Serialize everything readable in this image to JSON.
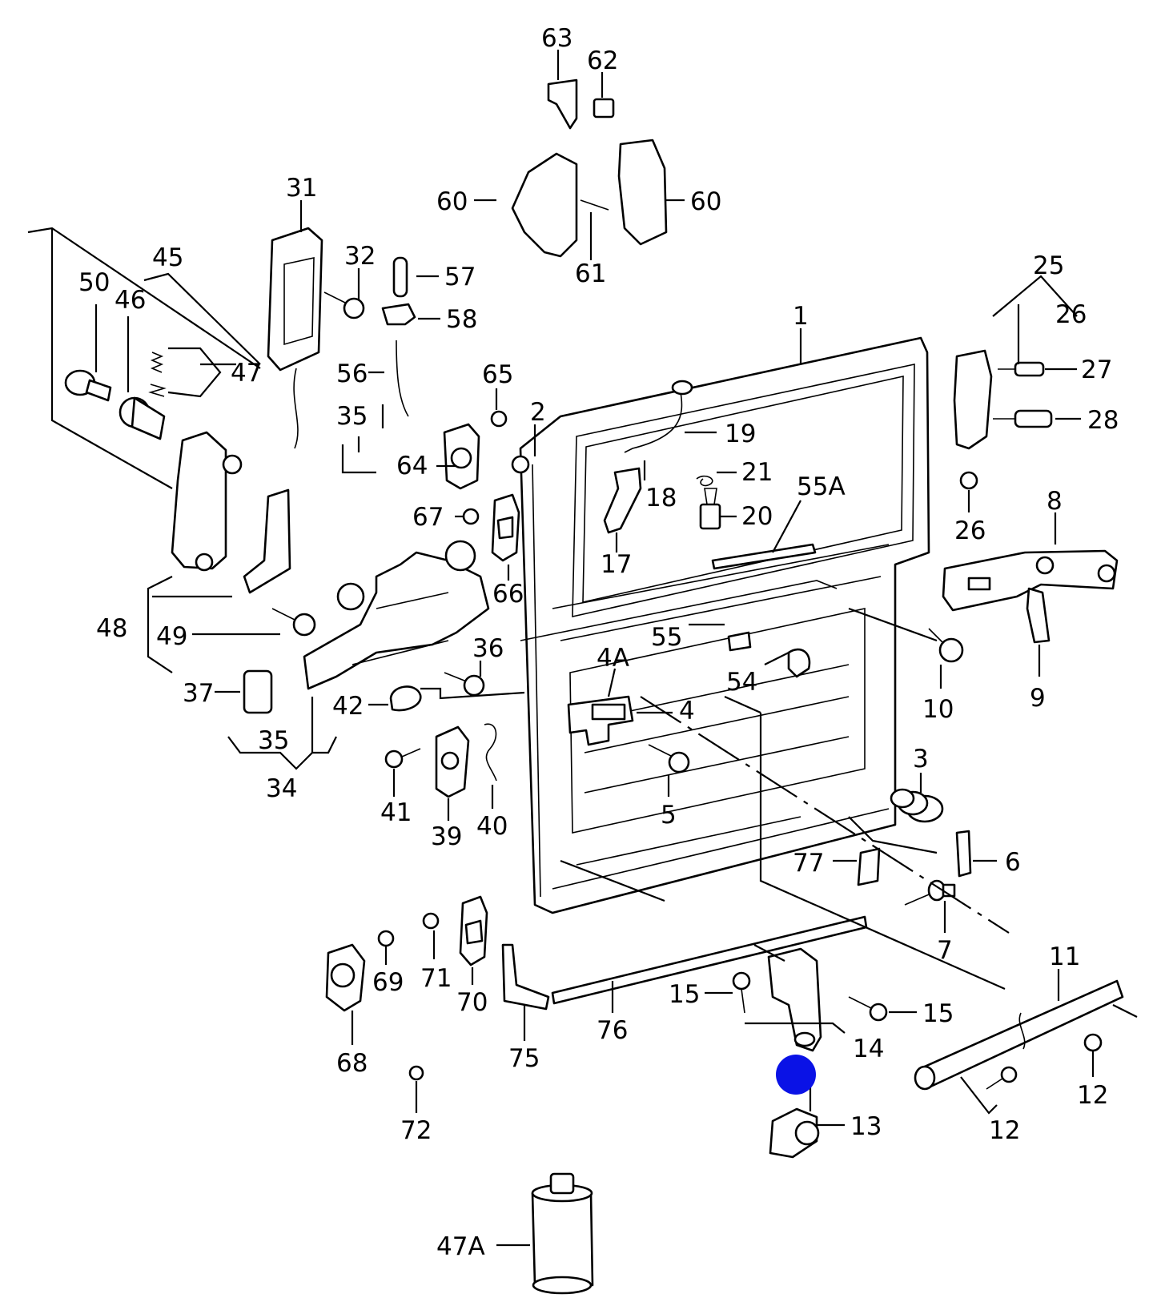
{
  "diagram": {
    "labels": [
      "63",
      "62",
      "60",
      "60",
      "61",
      "31",
      "32",
      "57",
      "58",
      "45",
      "50",
      "46",
      "47",
      "56",
      "35",
      "65",
      "2",
      "19",
      "1",
      "25",
      "26",
      "27",
      "28",
      "21",
      "18",
      "20",
      "55A",
      "64",
      "67",
      "17",
      "66",
      "26",
      "8",
      "49",
      "48",
      "36",
      "55",
      "54",
      "37",
      "4A",
      "4",
      "10",
      "9",
      "42",
      "35",
      "34",
      "41",
      "39",
      "40",
      "5",
      "3",
      "77",
      "6",
      "7",
      "11",
      "68",
      "69",
      "71",
      "70",
      "15",
      "15",
      "14",
      "75",
      "76",
      "12",
      "12",
      "13",
      "72",
      "47A"
    ],
    "marker_color": "#0a12e6",
    "ink_color": "#000000"
  }
}
